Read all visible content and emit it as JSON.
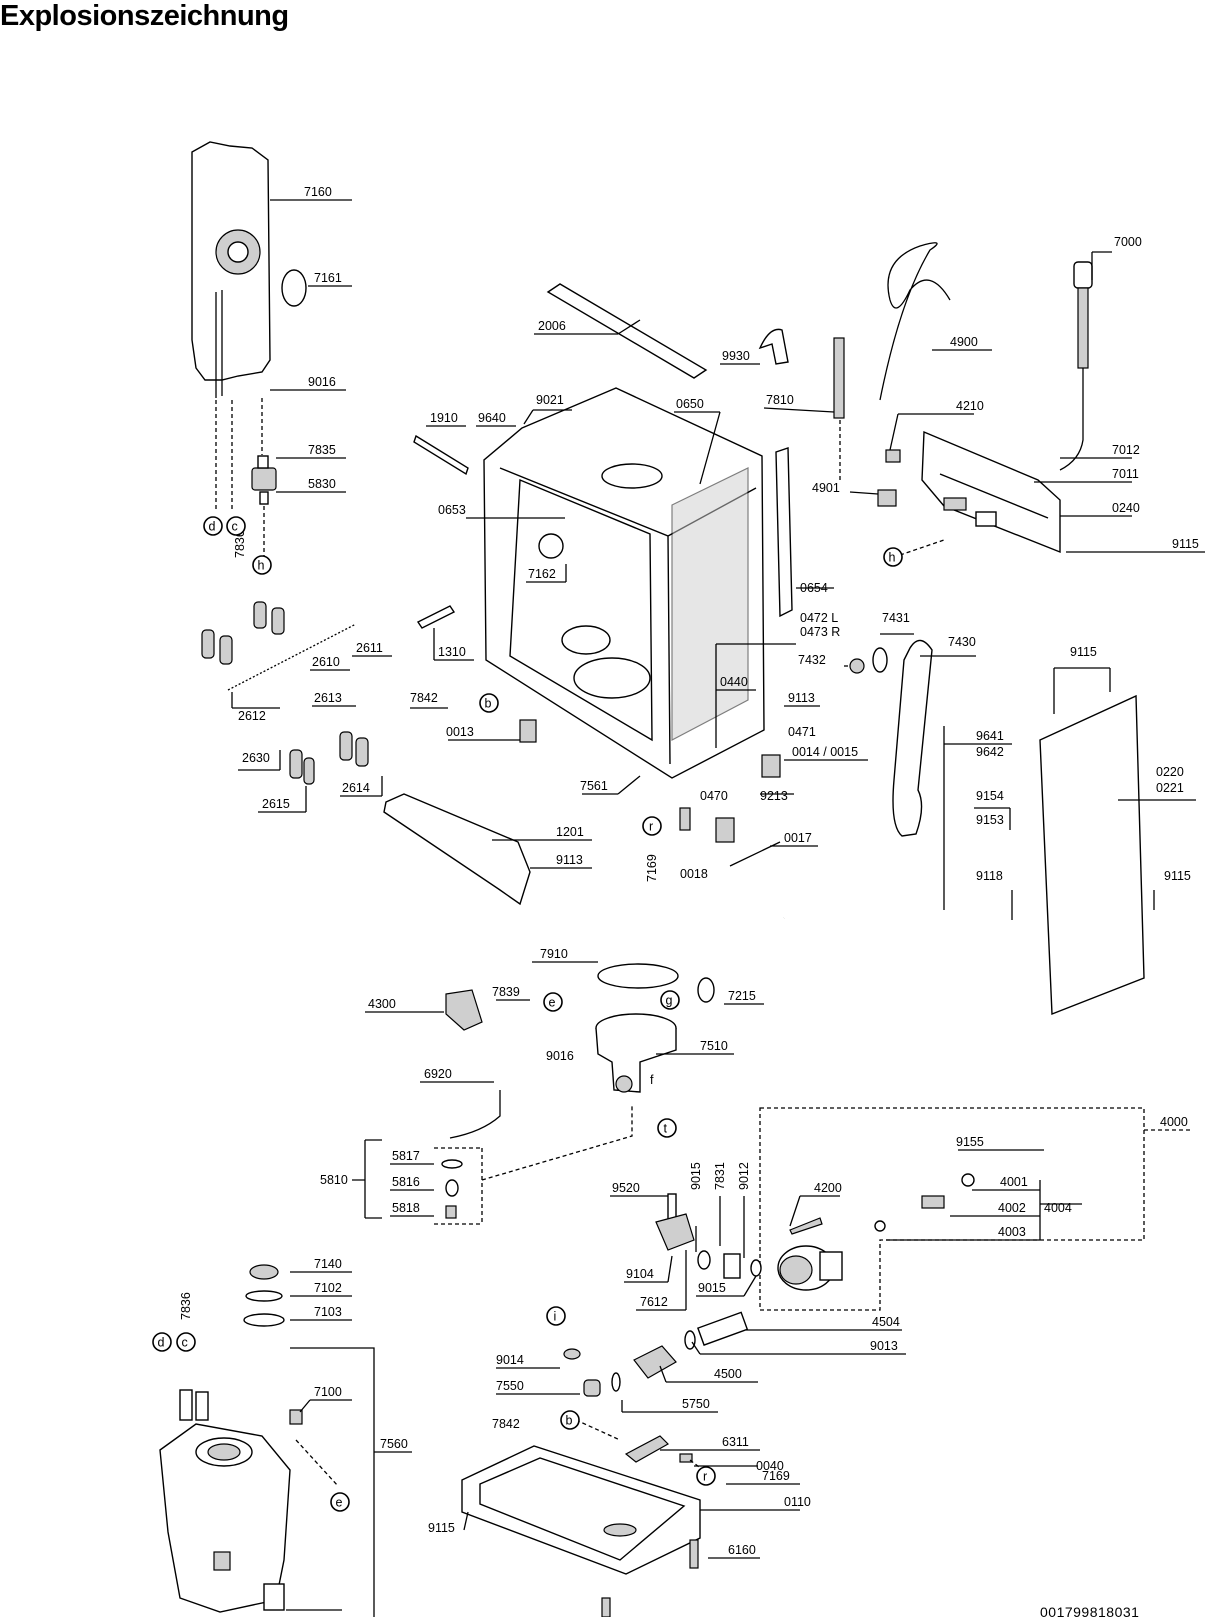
{
  "title": "Explosionszeichnung",
  "document_number": "001799818031",
  "part_labels": [
    "7160",
    "7161",
    "9016",
    "7835",
    "5830",
    "7836",
    "2006",
    "9930",
    "7810",
    "4900",
    "7000",
    "9021",
    "0650",
    "1910",
    "9640",
    "4210",
    "7012",
    "7011",
    "0240",
    "4901",
    "9115",
    "0653",
    "7162",
    "0654",
    "2611",
    "2610",
    "2612",
    "2613",
    "1310",
    "0472 L",
    "0473 R",
    "7431",
    "7430",
    "7432",
    "0440",
    "7842",
    "2630",
    "0013",
    "9113",
    "0471",
    "2615",
    "2614",
    "0014 / 0015",
    "9641",
    "9642",
    "0220",
    "0221",
    "7561",
    "0470",
    "9213",
    "9154",
    "9153",
    "1201",
    "0017",
    "0018",
    "7169",
    "9118",
    "7910",
    "7215",
    "4300",
    "7839",
    "7510",
    "6920",
    "4000",
    "9155",
    "5817",
    "5810",
    "5816",
    "5818",
    "9520",
    "9015",
    "7831",
    "9012",
    "4200",
    "4001",
    "4002",
    "4004",
    "4003",
    "9104",
    "7612",
    "4504",
    "7140",
    "7102",
    "7103",
    "9014",
    "9013",
    "7550",
    "4500",
    "5750",
    "7100",
    "7560",
    "6311",
    "0040",
    "0110",
    "6160"
  ],
  "reference_markers": [
    "d",
    "c",
    "h",
    "b",
    "r",
    "e",
    "g",
    "f",
    "t",
    "i"
  ]
}
